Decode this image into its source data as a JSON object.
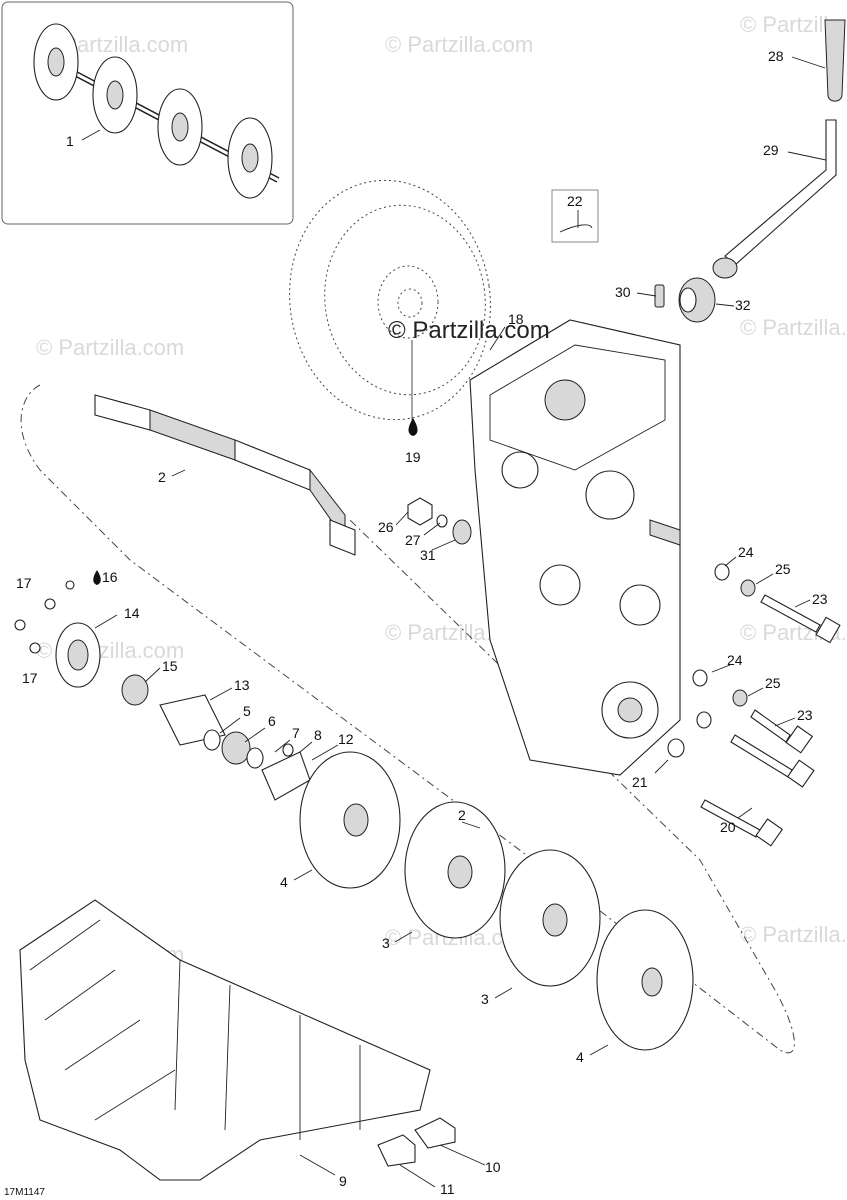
{
  "diagram": {
    "code": "17M1147",
    "watermark": "© Partzilla.com",
    "watermark_center": "© Partzilla.com",
    "callouts": [
      {
        "id": "c1",
        "text": "1"
      },
      {
        "id": "c2a",
        "text": "2"
      },
      {
        "id": "c2b",
        "text": "2"
      },
      {
        "id": "c3a",
        "text": "3"
      },
      {
        "id": "c3b",
        "text": "3"
      },
      {
        "id": "c4a",
        "text": "4"
      },
      {
        "id": "c4b",
        "text": "4"
      },
      {
        "id": "c5",
        "text": "5"
      },
      {
        "id": "c6",
        "text": "6"
      },
      {
        "id": "c7",
        "text": "7"
      },
      {
        "id": "c8",
        "text": "8"
      },
      {
        "id": "c9",
        "text": "9"
      },
      {
        "id": "c10",
        "text": "10"
      },
      {
        "id": "c11",
        "text": "11"
      },
      {
        "id": "c12",
        "text": "12"
      },
      {
        "id": "c13",
        "text": "13"
      },
      {
        "id": "c14",
        "text": "14"
      },
      {
        "id": "c15",
        "text": "15"
      },
      {
        "id": "c16",
        "text": "16"
      },
      {
        "id": "c17a",
        "text": "17"
      },
      {
        "id": "c17b",
        "text": "17"
      },
      {
        "id": "c18",
        "text": "18"
      },
      {
        "id": "c19",
        "text": "19"
      },
      {
        "id": "c20",
        "text": "20"
      },
      {
        "id": "c21",
        "text": "21"
      },
      {
        "id": "c22",
        "text": "22"
      },
      {
        "id": "c23a",
        "text": "23"
      },
      {
        "id": "c23b",
        "text": "23"
      },
      {
        "id": "c24a",
        "text": "24"
      },
      {
        "id": "c24b",
        "text": "24"
      },
      {
        "id": "c25a",
        "text": "25"
      },
      {
        "id": "c25b",
        "text": "25"
      },
      {
        "id": "c26",
        "text": "26"
      },
      {
        "id": "c27",
        "text": "27"
      },
      {
        "id": "c28",
        "text": "28"
      },
      {
        "id": "c29",
        "text": "29"
      },
      {
        "id": "c30",
        "text": "30"
      },
      {
        "id": "c31",
        "text": "31"
      },
      {
        "id": "c32",
        "text": "32"
      }
    ]
  }
}
